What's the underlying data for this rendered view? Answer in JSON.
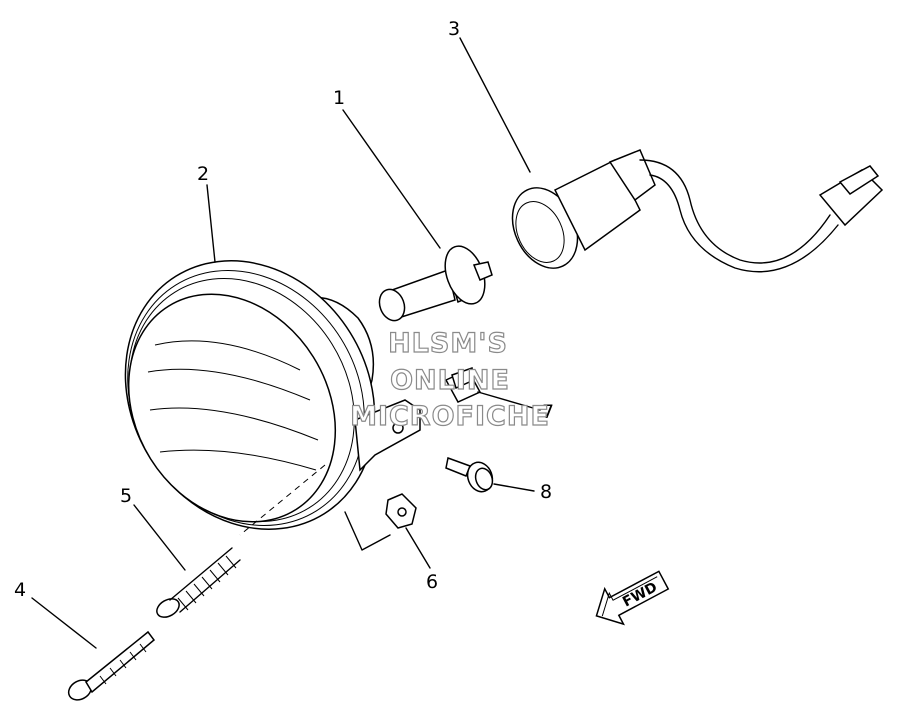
{
  "callouts": [
    {
      "id": "1",
      "label": "1"
    },
    {
      "id": "2",
      "label": "2"
    },
    {
      "id": "3",
      "label": "3"
    },
    {
      "id": "4",
      "label": "4"
    },
    {
      "id": "5",
      "label": "5"
    },
    {
      "id": "6",
      "label": "6"
    },
    {
      "id": "7",
      "label": "7"
    },
    {
      "id": "8",
      "label": "8"
    }
  ],
  "watermark": {
    "line1": "HLSM'S",
    "line2": "ONLINE",
    "line3": "MICROFICHE"
  },
  "direction_label": "FWD",
  "colors": {
    "ink": "#000000",
    "background": "#ffffff",
    "watermark_outline": "#8a8a8a"
  }
}
